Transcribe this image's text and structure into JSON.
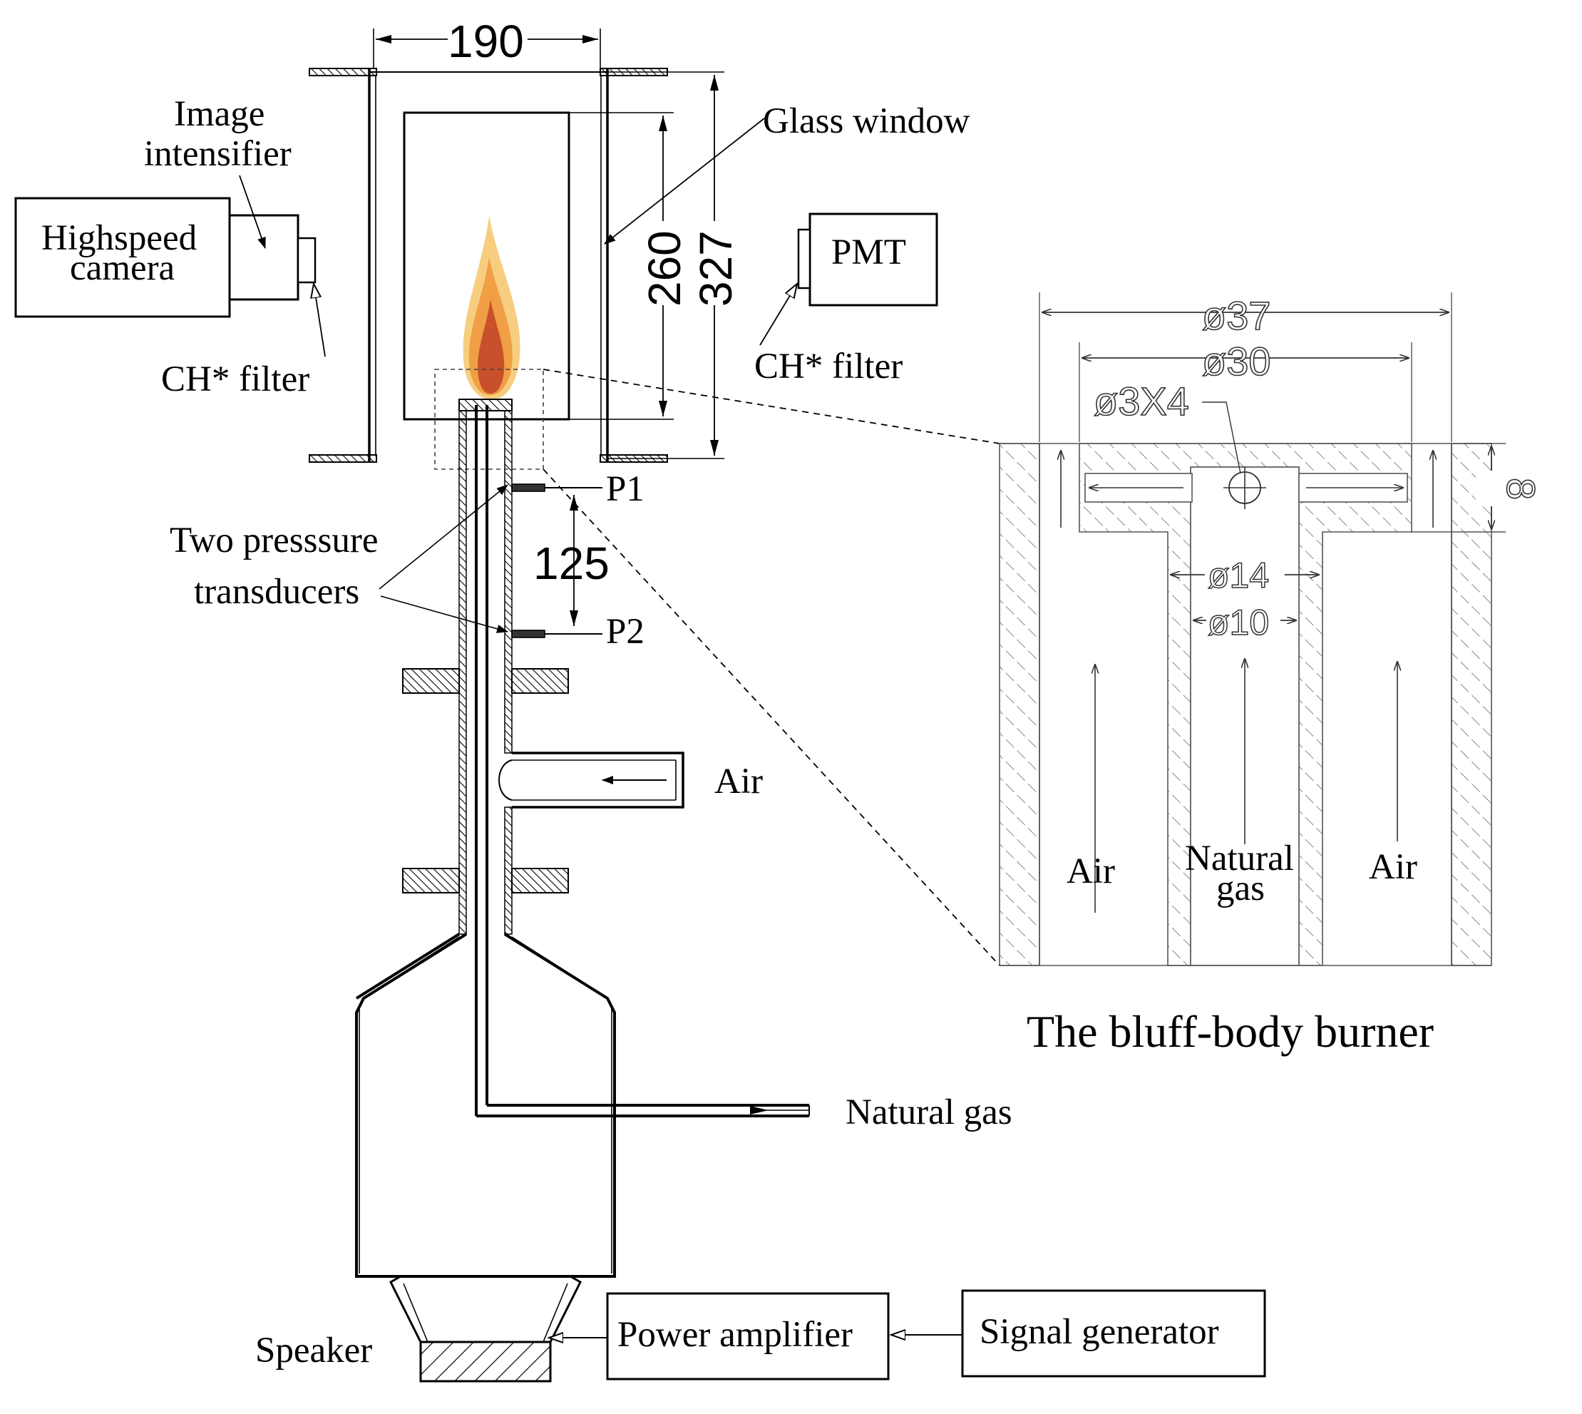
{
  "labels": {
    "image_intensifier_1": "Image",
    "image_intensifier_2": "intensifier",
    "highspeed_1": "Highspeed",
    "highspeed_2": "camera",
    "ch_filter_left": "CH* filter",
    "ch_filter_right": "CH* filter",
    "glass_window": "Glass window",
    "pmt": "PMT",
    "p1": "P1",
    "p2": "P2",
    "two_pressure_1": "Two presssure",
    "two_pressure_2": "transducers",
    "air_inlet": "Air",
    "natural_gas_inlet": "Natural gas",
    "speaker": "Speaker",
    "power_amplifier": "Power amplifier",
    "signal_generator": "Signal generator",
    "bluff_title": "The bluff-body burner",
    "detail_air_left": "Air",
    "detail_air_right": "Air",
    "detail_gas_1": "Natural",
    "detail_gas_2": "gas"
  },
  "dimensions": {
    "width_190": "190",
    "height_260": "260",
    "height_327": "327",
    "spacing_125": "125",
    "d37": "ø37",
    "d30": "ø30",
    "d3x4": "ø3X4",
    "d14": "ø14",
    "d10": "ø10",
    "h8": "8"
  },
  "colors": {
    "flame_outer": "#f6c66a",
    "flame_mid": "#ee9a3e",
    "flame_core": "#c8502a",
    "line": "#000000"
  }
}
